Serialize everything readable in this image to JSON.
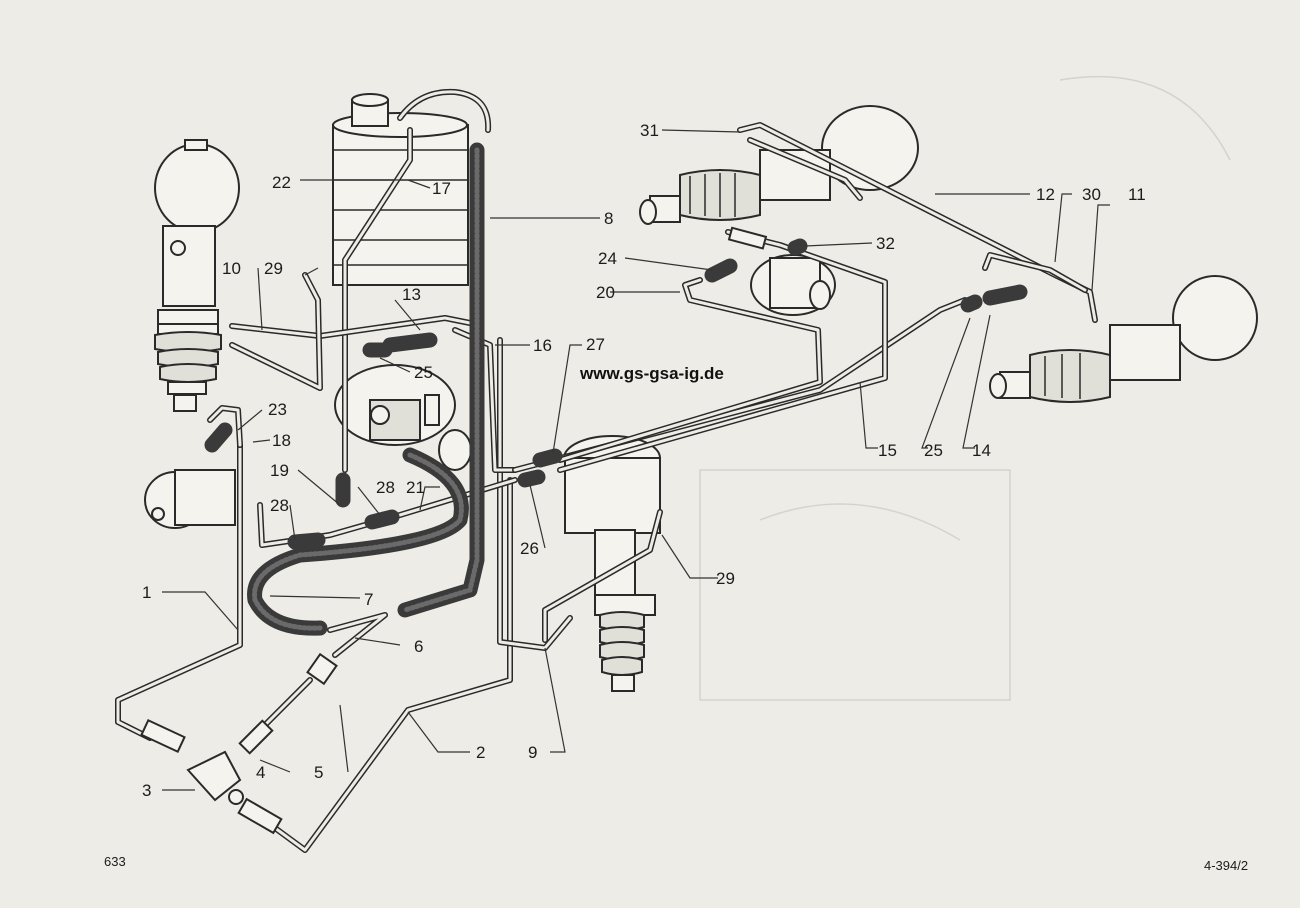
{
  "website": "www.gs-gsa-ig.de",
  "page_number": "633",
  "drawing_reference": "4-394/2",
  "callouts": [
    {
      "id": "c1",
      "text": "1"
    },
    {
      "id": "c2",
      "text": "2"
    },
    {
      "id": "c3",
      "text": "3"
    },
    {
      "id": "c4",
      "text": "4"
    },
    {
      "id": "c5",
      "text": "5"
    },
    {
      "id": "c6",
      "text": "6"
    },
    {
      "id": "c7",
      "text": "7"
    },
    {
      "id": "c8",
      "text": "8"
    },
    {
      "id": "c9",
      "text": "9"
    },
    {
      "id": "c10",
      "text": "10"
    },
    {
      "id": "c11",
      "text": "11"
    },
    {
      "id": "c12",
      "text": "12"
    },
    {
      "id": "c13",
      "text": "13"
    },
    {
      "id": "c14",
      "text": "14"
    },
    {
      "id": "c15",
      "text": "15"
    },
    {
      "id": "c16",
      "text": "16"
    },
    {
      "id": "c17",
      "text": "17"
    },
    {
      "id": "c18",
      "text": "18"
    },
    {
      "id": "c19",
      "text": "19"
    },
    {
      "id": "c20",
      "text": "20"
    },
    {
      "id": "c21",
      "text": "21"
    },
    {
      "id": "c22",
      "text": "22"
    },
    {
      "id": "c23",
      "text": "23"
    },
    {
      "id": "c24",
      "text": "24"
    },
    {
      "id": "c25a",
      "text": "25"
    },
    {
      "id": "c25b",
      "text": "25"
    },
    {
      "id": "c26",
      "text": "26"
    },
    {
      "id": "c27",
      "text": "27"
    },
    {
      "id": "c28a",
      "text": "28"
    },
    {
      "id": "c28b",
      "text": "28"
    },
    {
      "id": "c29a",
      "text": "29"
    },
    {
      "id": "c29b",
      "text": "29"
    },
    {
      "id": "c30",
      "text": "30"
    },
    {
      "id": "c31",
      "text": "31"
    },
    {
      "id": "c32",
      "text": "32"
    }
  ]
}
